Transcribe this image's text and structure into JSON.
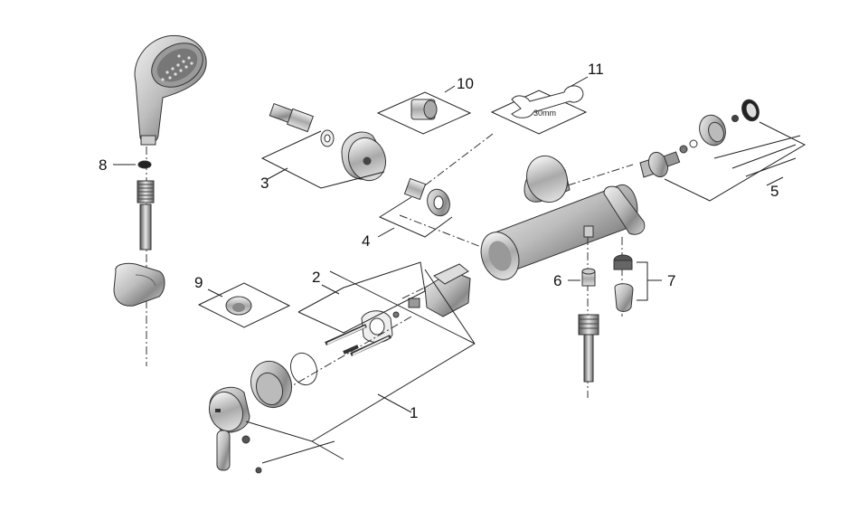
{
  "diagram": {
    "callouts": [
      {
        "id": "1",
        "text": "1"
      },
      {
        "id": "2",
        "text": "2"
      },
      {
        "id": "3",
        "text": "3"
      },
      {
        "id": "4",
        "text": "4"
      },
      {
        "id": "5",
        "text": "5"
      },
      {
        "id": "6",
        "text": "6"
      },
      {
        "id": "7",
        "text": "7"
      },
      {
        "id": "8",
        "text": "8"
      },
      {
        "id": "9",
        "text": "9"
      },
      {
        "id": "10",
        "text": "10"
      },
      {
        "id": "11",
        "text": "11"
      }
    ],
    "wrench_label": "30mm"
  }
}
